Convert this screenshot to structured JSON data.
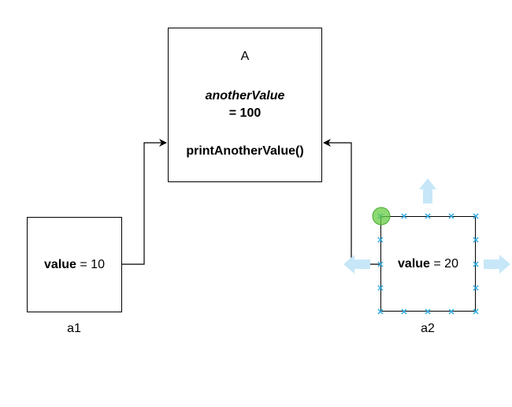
{
  "class_box": {
    "name": "A",
    "field_name": "anotherValue",
    "field_value": "= 100",
    "method": "printAnotherValue()"
  },
  "instances": [
    {
      "label": "a1",
      "field_key": "value",
      "field_rest": " = 10"
    },
    {
      "label": "a2",
      "field_key": "value",
      "field_rest": " = 20",
      "selected": true
    }
  ],
  "colors": {
    "stroke": "#000000",
    "selection_handle": "#29a9e1",
    "hover_arrow": "#c7e7f8",
    "anchor_point": "#66cc44"
  }
}
